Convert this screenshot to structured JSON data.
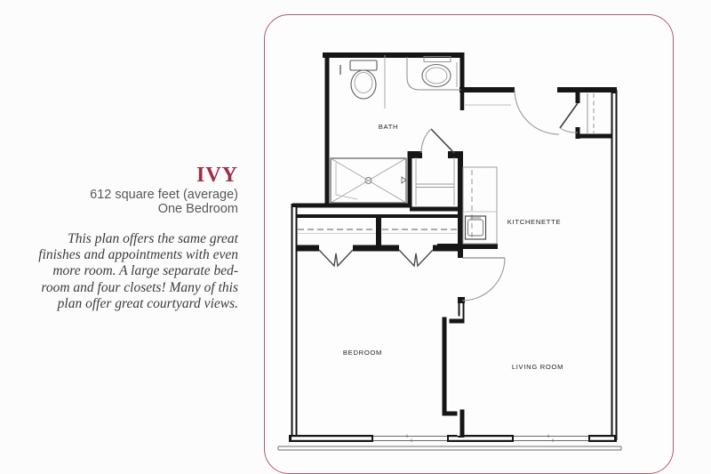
{
  "page": {
    "background_color": "#fcfcfc",
    "panel_border_color": "#b25a74"
  },
  "info": {
    "title": "IVY",
    "title_color": "#a12e47",
    "subtitle_line1": "612 square feet (average)",
    "subtitle_line2": "One Bedroom",
    "description_lines": [
      "This plan offers the same great",
      "finishes and appointments with even",
      "more room. A large separate bed-",
      "room and four closets! Many of this",
      "plan offer great courtyard views."
    ]
  },
  "floorplan": {
    "rooms": [
      {
        "label": "BATH"
      },
      {
        "label": "KITCHENETTE"
      },
      {
        "label": "BEDROOM"
      },
      {
        "label": "LIVING ROOM"
      }
    ]
  }
}
